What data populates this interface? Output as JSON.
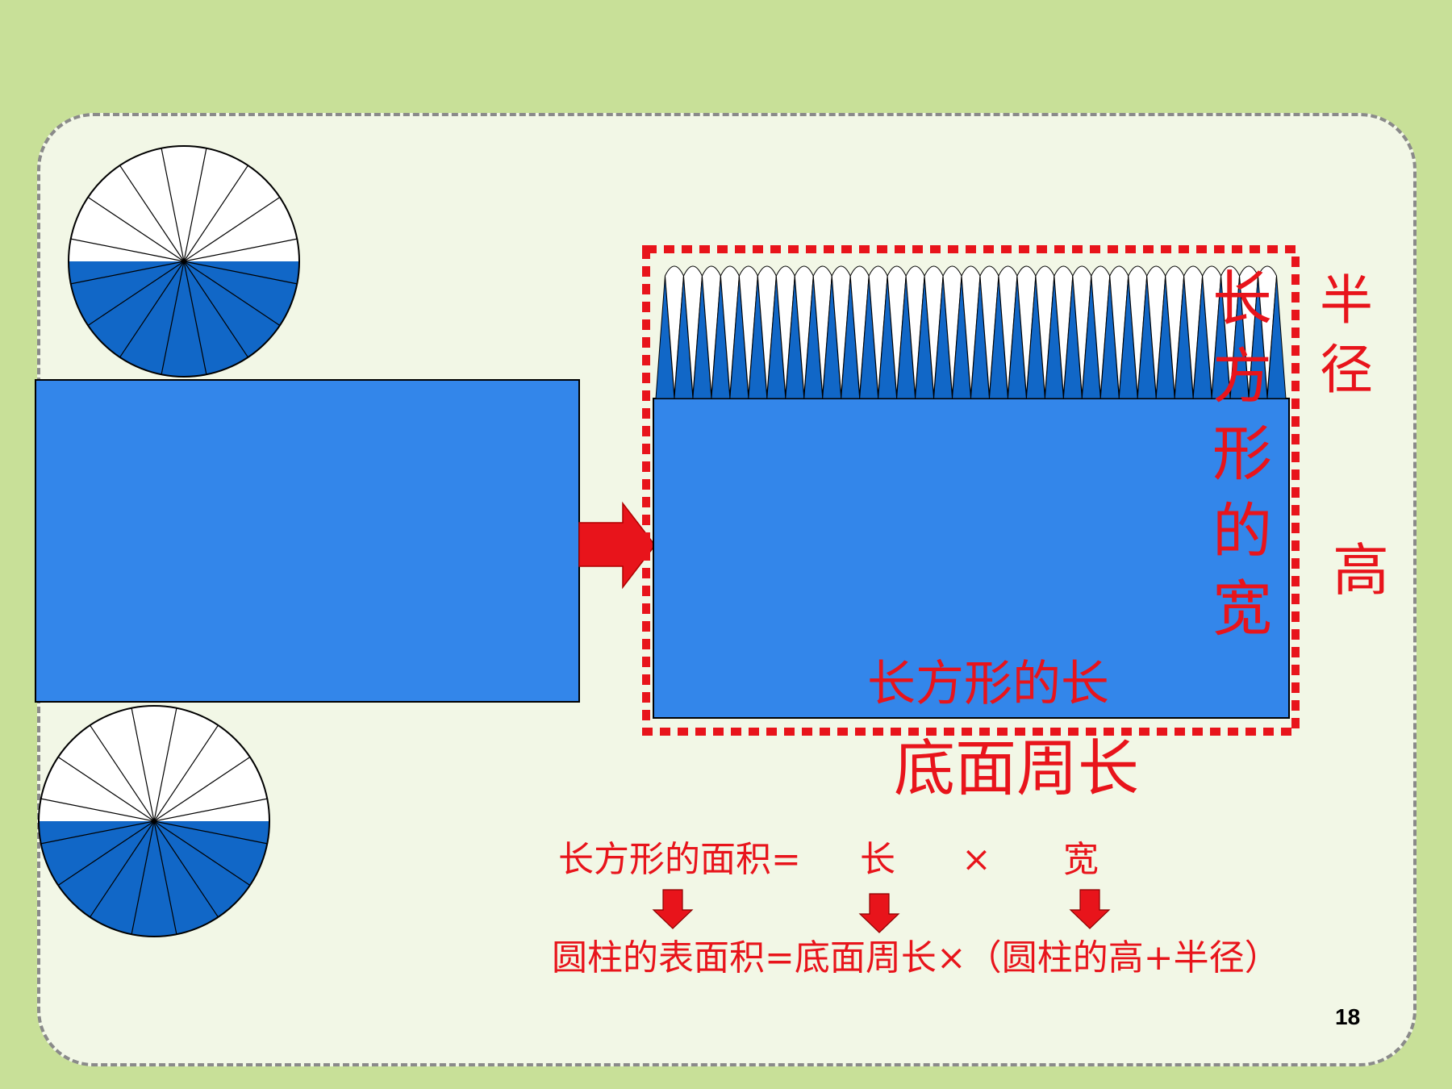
{
  "colors": {
    "background": "#c8e098",
    "card": "#f2f7e6",
    "blue": "#3386ea",
    "dark_blue": "#1167c7",
    "red": "#e8141b"
  },
  "labels": {
    "rect_width_chars": [
      "长",
      "方",
      "形",
      "的",
      "宽"
    ],
    "radius_chars": [
      "半",
      "径"
    ],
    "height": "高",
    "rect_length": "长方形的长",
    "base_circumference": "底面周长"
  },
  "formula": {
    "line1": {
      "left": "长方形的面积=",
      "length": "长",
      "times": "×",
      "width": "宽"
    },
    "line2": "圆柱的表面积=底面周长×（圆柱的高+半径）"
  },
  "page_number": "18"
}
